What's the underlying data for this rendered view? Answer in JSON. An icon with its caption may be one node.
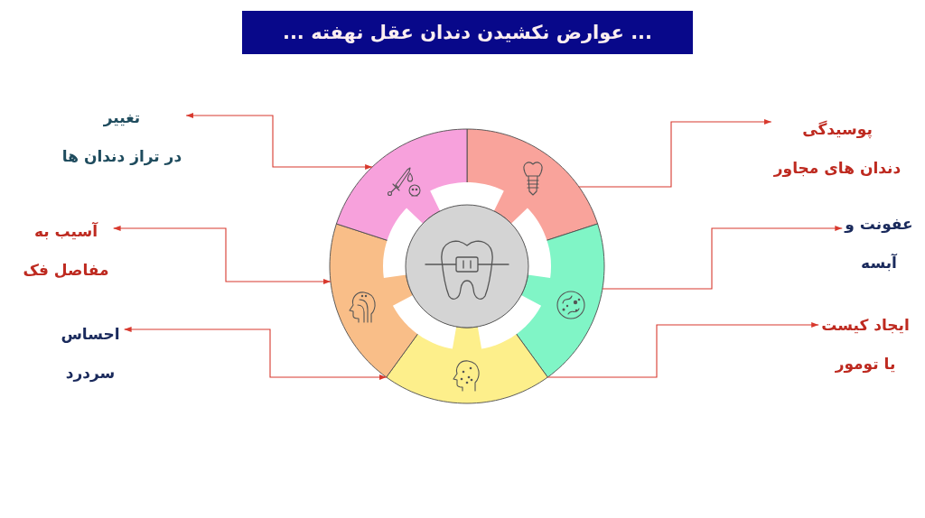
{
  "diagram": {
    "title": "... عوارض نکشیدن دندان عقل نهفته ...",
    "nodes": [
      {
        "text": [
          "پوسیدگی دندان های مجاور"
        ]
      },
      {
        "text": [
          "تغییر در تراز دندان ها"
        ]
      },
      {
        "text": [
          "عفونت و آبسه"
        ]
      },
      {
        "text": [
          "آسیب به مفاصل فک"
        ]
      },
      {
        "text": [
          "ایجاد کیست یا تومور"
        ]
      },
      {
        "text": [
          "احساس سردرد"
        ]
      },
      {
        "text": [],
        "shape": "sector"
      },
      {
        "text": [],
        "shape": "sector"
      },
      {
        "text": [],
        "shape": "sector"
      },
      {
        "text": [],
        "shape": "sector"
      },
      {
        "text": [],
        "shape": "sector"
      }
    ],
    "edges": [
      {
        "from": 6,
        "to": 0,
        "arrow": "to"
      },
      {
        "from": 1,
        "to": 10,
        "arrow": "both"
      },
      {
        "from": 7,
        "to": 2,
        "arrow": "to"
      },
      {
        "from": 3,
        "to": 9,
        "arrow": "both"
      },
      {
        "from": 8,
        "to": 4,
        "arrow": "to"
      },
      {
        "from": 5,
        "to": 8,
        "arrow": "both"
      }
    ]
  }
}
